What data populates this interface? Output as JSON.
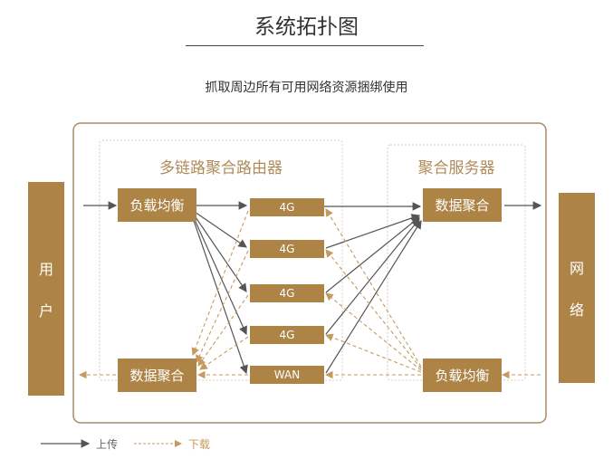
{
  "title": "系统拓扑图",
  "subtitle": "抓取周边所有可用网络资源捆绑使用",
  "router_group": {
    "label": "多链路聚合路由器",
    "load_balance": "负载均衡",
    "data_aggregate": "数据聚合",
    "links": [
      "4G",
      "4G",
      "4G",
      "4G",
      "WAN"
    ]
  },
  "server_group": {
    "label": "聚合服务器",
    "data_aggregate": "数据聚合",
    "load_balance": "负载均衡"
  },
  "user": [
    "用",
    "户"
  ],
  "network": [
    "网",
    "络"
  ],
  "legend": {
    "upload": "上传",
    "download": "下载"
  },
  "colors": {
    "brand": "#ad8446",
    "upload": "#555555",
    "download": "#c49a60"
  }
}
